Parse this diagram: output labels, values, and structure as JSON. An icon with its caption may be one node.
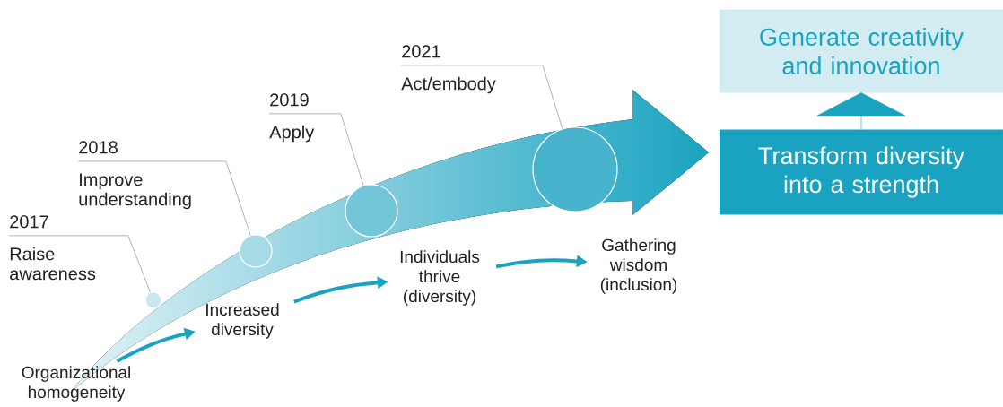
{
  "diagram": {
    "nodes": [
      {
        "text": [
          "Organizational homogeneity"
        ]
      },
      {
        "text": [
          "Increased diversity"
        ]
      },
      {
        "text": [
          "Individuals thrive (diversity)"
        ]
      },
      {
        "text": [
          "Gathering wisdom (inclusion)"
        ]
      },
      {
        "text": [
          "Transform diversity into a strength"
        ]
      },
      {
        "text": [
          "Generate creativity and innovation"
        ]
      },
      {
        "text": [
          "2017",
          "Raise awareness"
        ]
      },
      {
        "text": [
          "2018",
          "Improve understanding"
        ]
      },
      {
        "text": [
          "2019",
          "Apply"
        ]
      },
      {
        "text": [
          "2021",
          "Act/embody"
        ]
      },
      {
        "text": [],
        "shape": "circle"
      },
      {
        "text": [],
        "shape": "circle"
      },
      {
        "text": [],
        "shape": "circle"
      },
      {
        "text": [],
        "shape": "circle"
      }
    ],
    "edges": [
      {
        "from": 0,
        "to": 1,
        "arrow": "to",
        "style": "thick",
        "color": "#1aa3c0"
      },
      {
        "from": 1,
        "to": 2,
        "arrow": "to",
        "style": "thick",
        "color": "#1aa3c0"
      },
      {
        "from": 2,
        "to": 3,
        "arrow": "to",
        "style": "thick",
        "color": "#1aa3c0"
      },
      {
        "from": 4,
        "to": 5,
        "arrow": "to",
        "color": "#1aa3c0"
      },
      {
        "from": 6,
        "to": 10,
        "arrow": "none",
        "color": "#808080"
      },
      {
        "from": 7,
        "to": 11,
        "arrow": "none",
        "color": "#808080"
      },
      {
        "from": 8,
        "to": 12,
        "arrow": "none",
        "color": "#808080"
      },
      {
        "from": 9,
        "to": 13,
        "arrow": "none",
        "color": "#808080"
      }
    ]
  }
}
